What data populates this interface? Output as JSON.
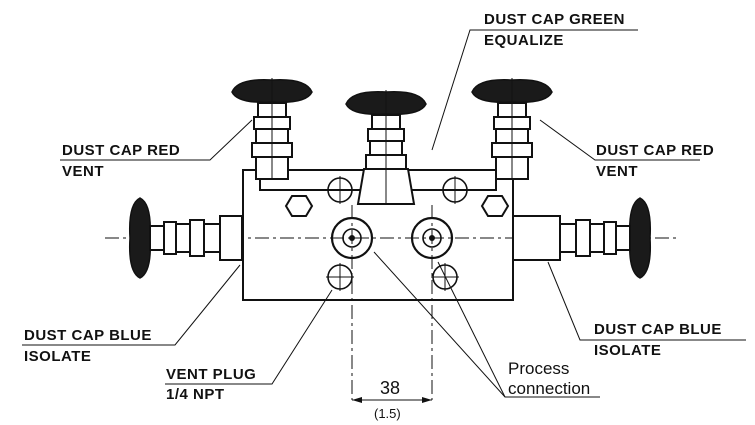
{
  "labels": {
    "top_right_line1": "DUST CAP GREEN",
    "top_right_line2": "EQUALIZE",
    "left_red_line1": "DUST CAP RED",
    "left_red_line2": "VENT",
    "right_red_line1": "DUST CAP RED",
    "right_red_line2": "VENT",
    "left_blue_line1": "DUST CAP BLUE",
    "left_blue_line2": "ISOLATE",
    "right_blue_line1": "DUST CAP BLUE",
    "right_blue_line2": "ISOLATE",
    "vent_plug_line1": "VENT PLUG",
    "vent_plug_line2": "1/4 NPT",
    "process_line1": "Process",
    "process_line2": "connection"
  },
  "dimension": {
    "value": "38",
    "alt": "(1.5)"
  }
}
